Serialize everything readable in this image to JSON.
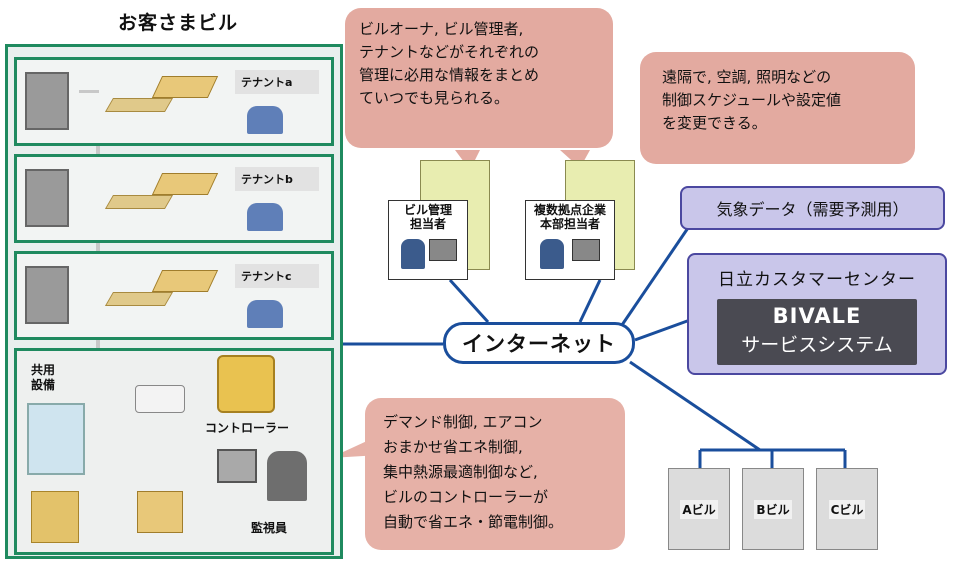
{
  "building": {
    "title": "お客さまビル",
    "tenants": [
      "テナントa",
      "テナントb",
      "テナントc"
    ],
    "shared_label": "共用\n設備",
    "controller_label": "コントローラー",
    "monitor_label": "監視員"
  },
  "bubbles": {
    "management": "ビルオーナ, ビル管理者,\nテナントなどがそれぞれの\n管理に必用な情報をまとめ\nていつでも見られる。",
    "remote": "遠隔で, 空調, 照明などの\n制御スケジュールや設定値\nを変更できる。",
    "control": "デマンド制御, エアコン\nおまかせ省エネ制御,\n集中熱源最適制御など,\nビルのコントローラーが\n自動で省エネ・節電制御。"
  },
  "operators": {
    "building_manager": "ビル管理\n担当者",
    "hq_manager": "複数拠点企業\n本部担当者"
  },
  "internet": "インターネット",
  "weather": "気象データ（需要予測用）",
  "center": {
    "title": "日立カスタマーセンター",
    "system_name": "BIVALE",
    "system_sub": "サービスシステム"
  },
  "remote_buildings": [
    "Aビル",
    "Bビル",
    "Cビル"
  ],
  "colors": {
    "building_border": "#1f8a5f",
    "network": "#1a4e9c",
    "bubble": "#e3aaa0",
    "center_fill": "#c9c6ea",
    "center_border": "#4b48a0",
    "system_fill": "#4a4a52"
  }
}
